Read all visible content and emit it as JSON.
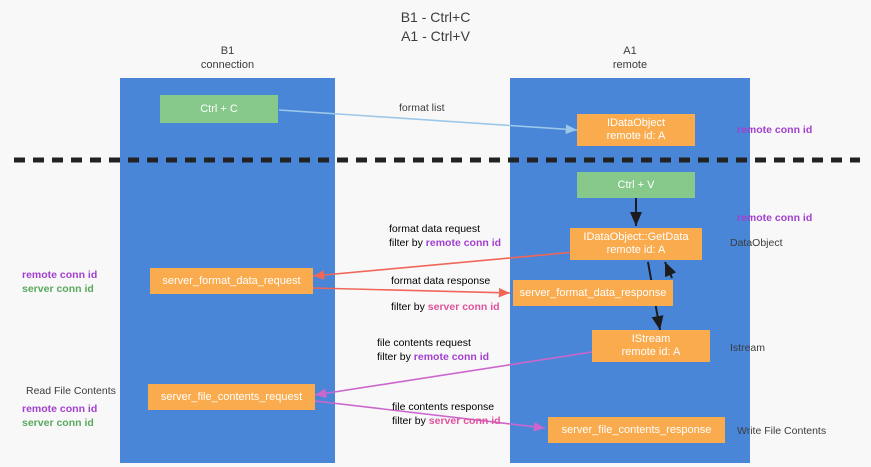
{
  "title": "B1 - Ctrl+C\nA1 - Ctrl+V",
  "lanes": [
    {
      "name": "B1",
      "sub": "connection",
      "label": "B1\nconnection"
    },
    {
      "name": "A1",
      "sub": "remote",
      "label": "A1\nremote"
    }
  ],
  "colors": {
    "lane": "#4a86d8",
    "green_node": "#86c98a",
    "orange_node": "#f9ab4e",
    "purple": "#a23fcf",
    "pink": "#e0529f",
    "green_text": "#5aa85f",
    "background": "#f8f8f8",
    "arrow_blue": "#9ec8ea",
    "arrow_red": "#f0675a",
    "arrow_magenta": "#cc66cc",
    "arrow_black": "#202020",
    "divider": "#222222"
  },
  "nodes": {
    "ctrl_c": "Ctrl + C",
    "idataobject": "IDataObject\nremote id: A",
    "ctrl_v": "Ctrl + V",
    "getdata": "IDataObject::GetData\nremote id: A",
    "format_data_request": "server_format_data_request",
    "format_data_response": "server_format_data_response",
    "istream": "IStream\nremote id: A",
    "file_contents_request": "server_file_contents_request",
    "file_contents_response": "server_file_contents_response"
  },
  "edges": {
    "format_list": "format list",
    "format_data_request": "format data request",
    "filter_remote_1": "filter by ",
    "filter_remote_1_key": "remote conn id",
    "format_data_response": "format data response",
    "filter_server_1": "filter by ",
    "filter_server_1_key": "server conn id",
    "file_contents_request": "file contents request",
    "filter_remote_2": "filter by ",
    "filter_remote_2_key": "remote conn id",
    "file_contents_response": "file contents response",
    "filter_server_2": "filter by ",
    "filter_server_2_key": "server conn id"
  },
  "annotations": {
    "right_remote_conn_1": "remote conn id",
    "right_remote_conn_2": "remote conn id",
    "right_dataobject": "DataObject",
    "right_istream": "Istream",
    "right_write_file": "Write File Contents",
    "left_remote_conn": "remote conn id",
    "left_server_conn": "server conn id",
    "left_read_file": "Read File Contents",
    "left_remote_conn_2": "remote conn id",
    "left_server_conn_2": "server conn id"
  }
}
